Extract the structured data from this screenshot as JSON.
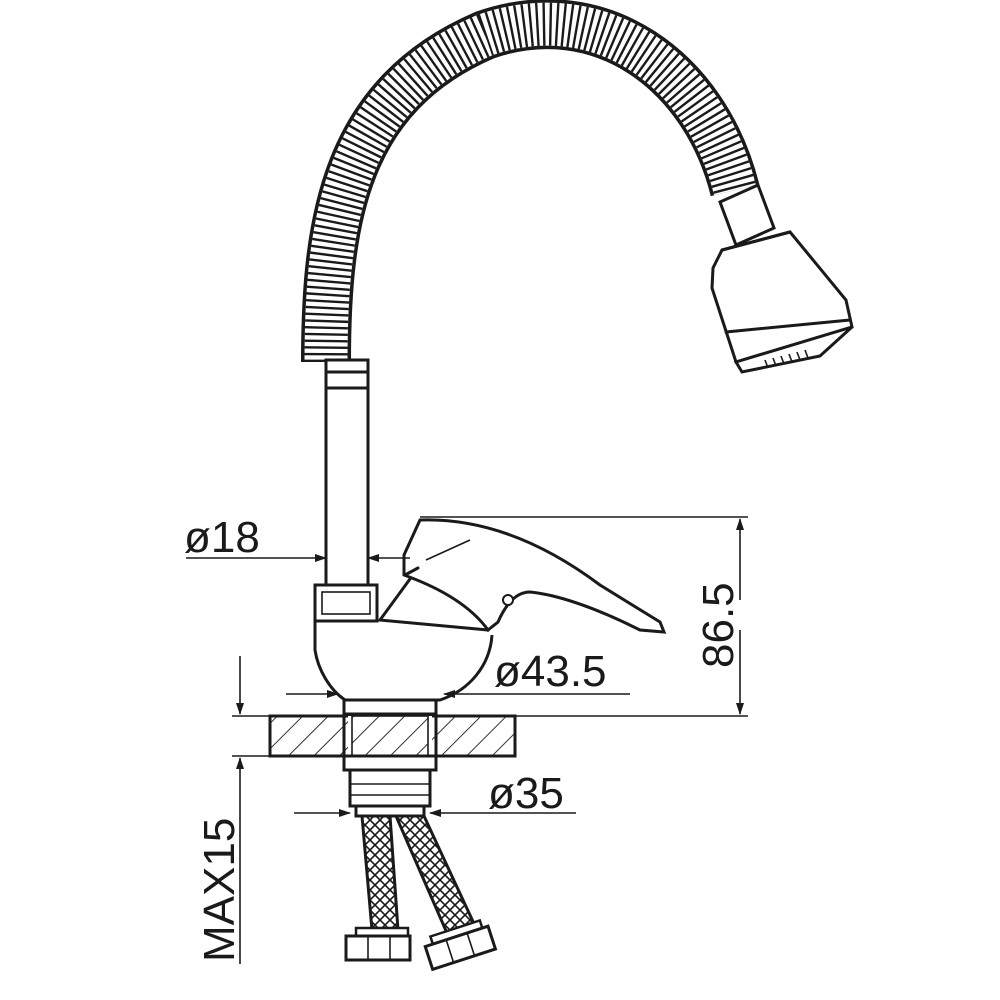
{
  "dimensions": {
    "spout_diameter": "ø18",
    "body_diameter": "ø43.5",
    "shank_diameter": "ø35",
    "height": "86.5",
    "max_deck_thickness": "MAX15"
  },
  "colors": {
    "ink": "#1a1a1a",
    "background": "#ffffff"
  }
}
